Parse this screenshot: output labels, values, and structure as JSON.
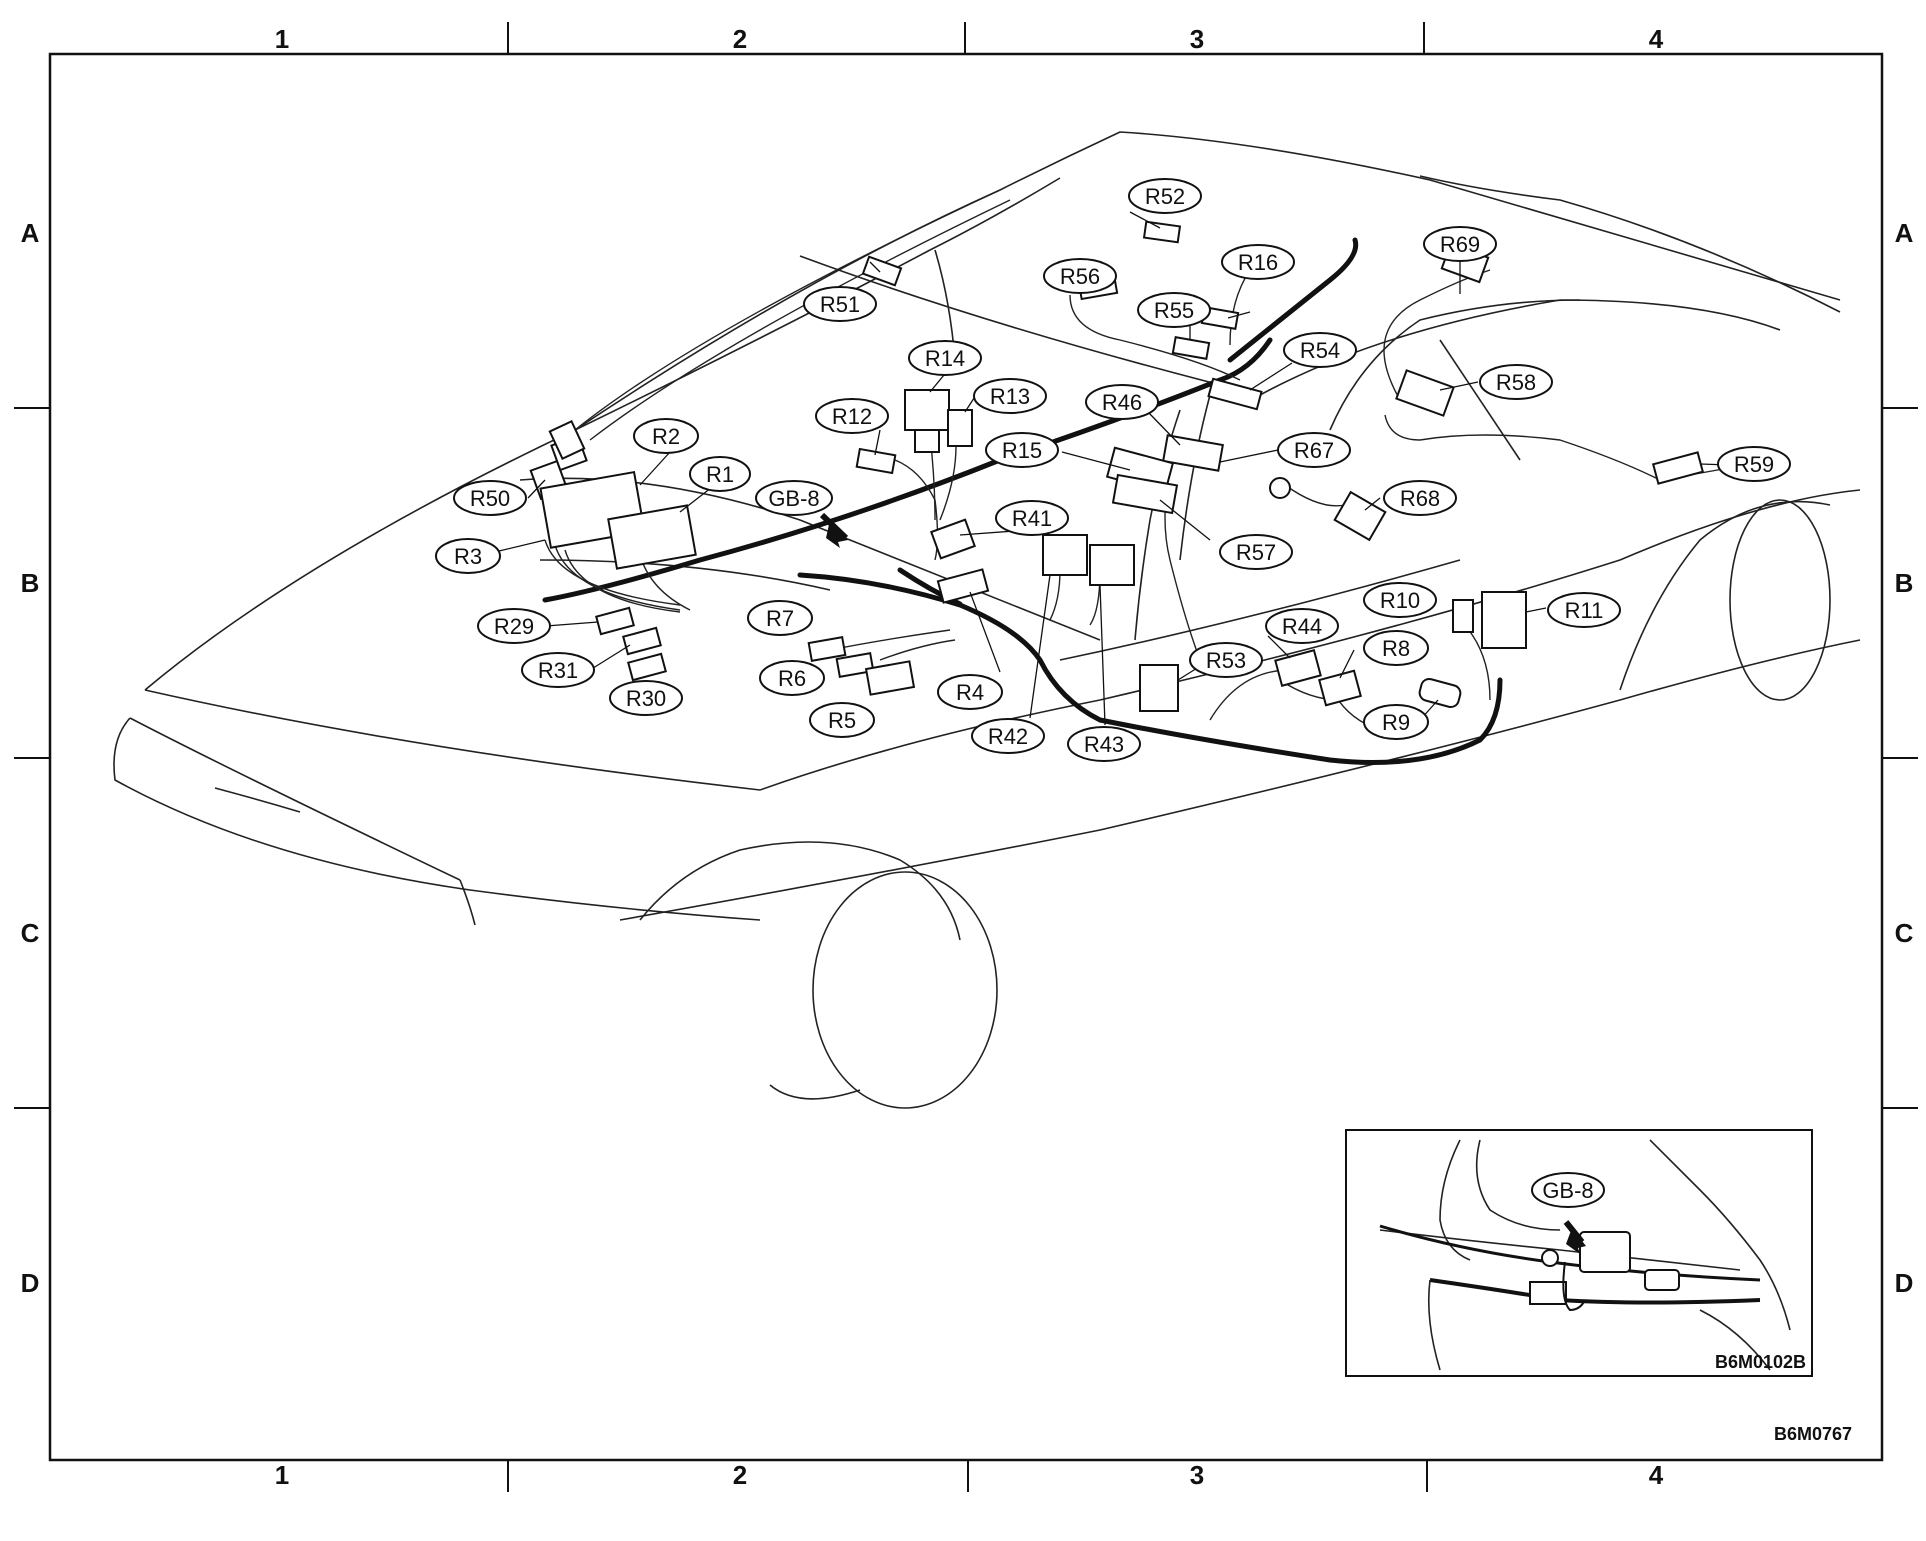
{
  "grid": {
    "columns": [
      "1",
      "2",
      "3",
      "4"
    ],
    "rows": [
      "A",
      "B",
      "C",
      "D"
    ]
  },
  "callouts": [
    {
      "id": "r52",
      "label": "R52"
    },
    {
      "id": "r51",
      "label": "R51"
    },
    {
      "id": "r56",
      "label": "R56"
    },
    {
      "id": "r16",
      "label": "R16"
    },
    {
      "id": "r55",
      "label": "R55"
    },
    {
      "id": "r69",
      "label": "R69"
    },
    {
      "id": "r54",
      "label": "R54"
    },
    {
      "id": "r58",
      "label": "R58"
    },
    {
      "id": "r14",
      "label": "R14"
    },
    {
      "id": "r13",
      "label": "R13"
    },
    {
      "id": "r12",
      "label": "R12"
    },
    {
      "id": "r46",
      "label": "R46"
    },
    {
      "id": "r15",
      "label": "R15"
    },
    {
      "id": "r67",
      "label": "R67"
    },
    {
      "id": "r2",
      "label": "R2"
    },
    {
      "id": "r1",
      "label": "R1"
    },
    {
      "id": "r50",
      "label": "R50"
    },
    {
      "id": "gb8",
      "label": "GB-8"
    },
    {
      "id": "r41",
      "label": "R41"
    },
    {
      "id": "r68",
      "label": "R68"
    },
    {
      "id": "r59",
      "label": "R59"
    },
    {
      "id": "r3",
      "label": "R3"
    },
    {
      "id": "r57",
      "label": "R57"
    },
    {
      "id": "r10",
      "label": "R10"
    },
    {
      "id": "r11",
      "label": "R11"
    },
    {
      "id": "r29",
      "label": "R29"
    },
    {
      "id": "r7",
      "label": "R7"
    },
    {
      "id": "r44",
      "label": "R44"
    },
    {
      "id": "r31",
      "label": "R31"
    },
    {
      "id": "r53",
      "label": "R53"
    },
    {
      "id": "r8",
      "label": "R8"
    },
    {
      "id": "r6",
      "label": "R6"
    },
    {
      "id": "r30",
      "label": "R30"
    },
    {
      "id": "r4",
      "label": "R4"
    },
    {
      "id": "r9",
      "label": "R9"
    },
    {
      "id": "r5",
      "label": "R5"
    },
    {
      "id": "r42",
      "label": "R42"
    },
    {
      "id": "r43",
      "label": "R43"
    }
  ],
  "inset": {
    "callout": "GB-8",
    "code": "B6M0102B"
  },
  "figure_code": "B6M0767"
}
